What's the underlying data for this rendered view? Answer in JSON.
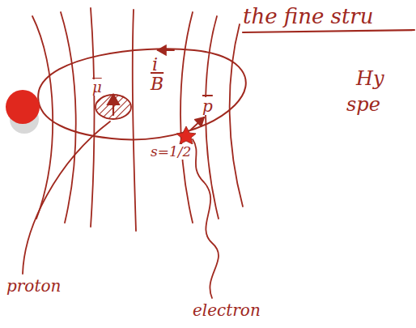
{
  "diagram": {
    "title": "the fine stru",
    "labels": [
      "i",
      "B",
      "μ",
      "p",
      "s=1/2",
      "Hy",
      "spe",
      "proton",
      "electron"
    ]
  }
}
